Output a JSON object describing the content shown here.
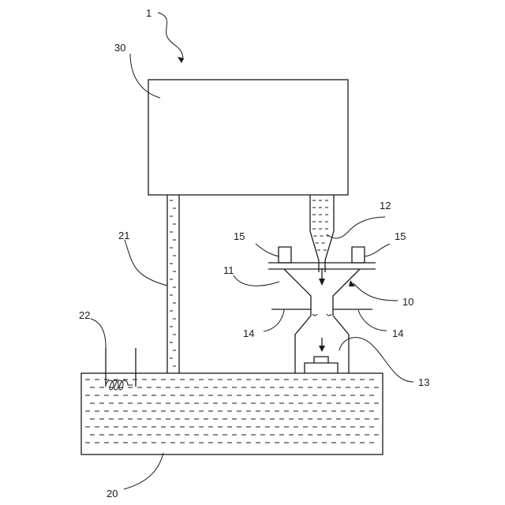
{
  "labels": {
    "apparatus": "1",
    "chamber": "30",
    "tank": "20",
    "riser_pipe": "21",
    "heater": "22",
    "body": "10",
    "inlet_left": "11",
    "nozzle": "12",
    "outlet": "13",
    "port_left": "14",
    "port_right": "14",
    "flange_left": "15",
    "flange_right": "15"
  }
}
